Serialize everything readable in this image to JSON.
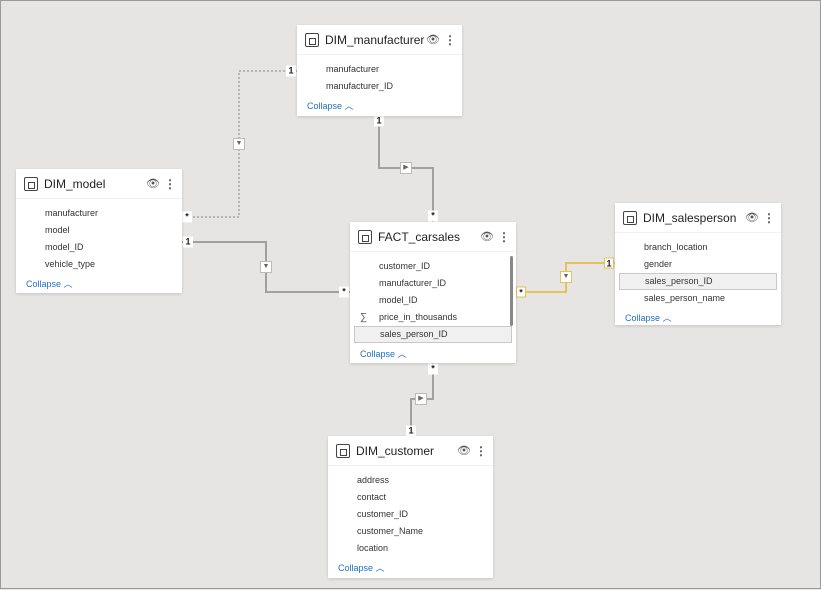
{
  "tables": [
    {
      "name": "DIM_manufacturer",
      "fields": [
        "manufacturer",
        "manufacturer_ID"
      ],
      "collapse": "Collapse"
    },
    {
      "name": "DIM_model",
      "fields": [
        "manufacturer",
        "model",
        "model_ID",
        "vehicle_type"
      ],
      "collapse": "Collapse"
    },
    {
      "name": "FACT_carsales",
      "fields": [
        "customer_ID",
        "manufacturer_ID",
        "model_ID",
        "price_in_thousands",
        "sales_person_ID"
      ],
      "collapse": "Collapse"
    },
    {
      "name": "DIM_salesperson",
      "fields": [
        "branch_location",
        "gender",
        "sales_person_ID",
        "sales_person_name"
      ],
      "collapse": "Collapse"
    },
    {
      "name": "DIM_customer",
      "fields": [
        "address",
        "contact",
        "customer_ID",
        "customer_Name",
        "location"
      ],
      "collapse": "Collapse"
    }
  ],
  "cardinality": {
    "one": "1",
    "many": "*"
  },
  "icons": {
    "eye": "eye-icon",
    "more": "more-icon",
    "table": "table-icon",
    "sigma": "sum-icon",
    "filter": "filter-direction-icon"
  },
  "colors": {
    "highlight": "#e6c25a",
    "link": "#1f6fc6",
    "line": "#a0a0a0"
  }
}
